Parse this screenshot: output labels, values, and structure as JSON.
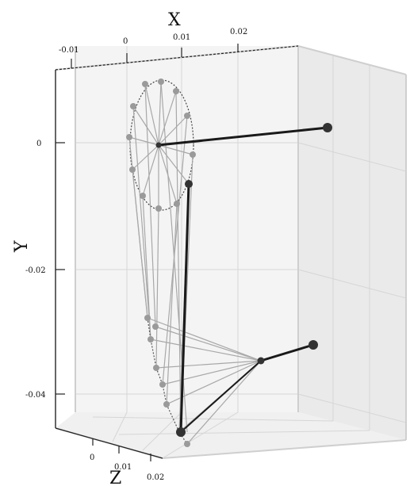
{
  "figure": {
    "axis_titles": {
      "x": "X",
      "y": "Y",
      "z": "Z"
    },
    "x_tick_labels": [
      "-0.01",
      "0",
      "0.01",
      "0.02"
    ],
    "y_tick_labels": [
      "0",
      "-0.02",
      "-0.04"
    ],
    "z_tick_labels": [
      "0",
      "0.01",
      "0.02"
    ],
    "colors": {
      "box_edge": "#cfcfcf",
      "back_wall": "#f4f4f4",
      "side_wall": "#eaeaea",
      "floor": "#f0f0f0",
      "grid": "#d6d6d6",
      "mesh_line": "#a8a8a8",
      "mesh_node": "#9a9a9a",
      "rod": "#1a1a1a",
      "rod_node": "#333333",
      "tick": "#222222"
    }
  }
}
